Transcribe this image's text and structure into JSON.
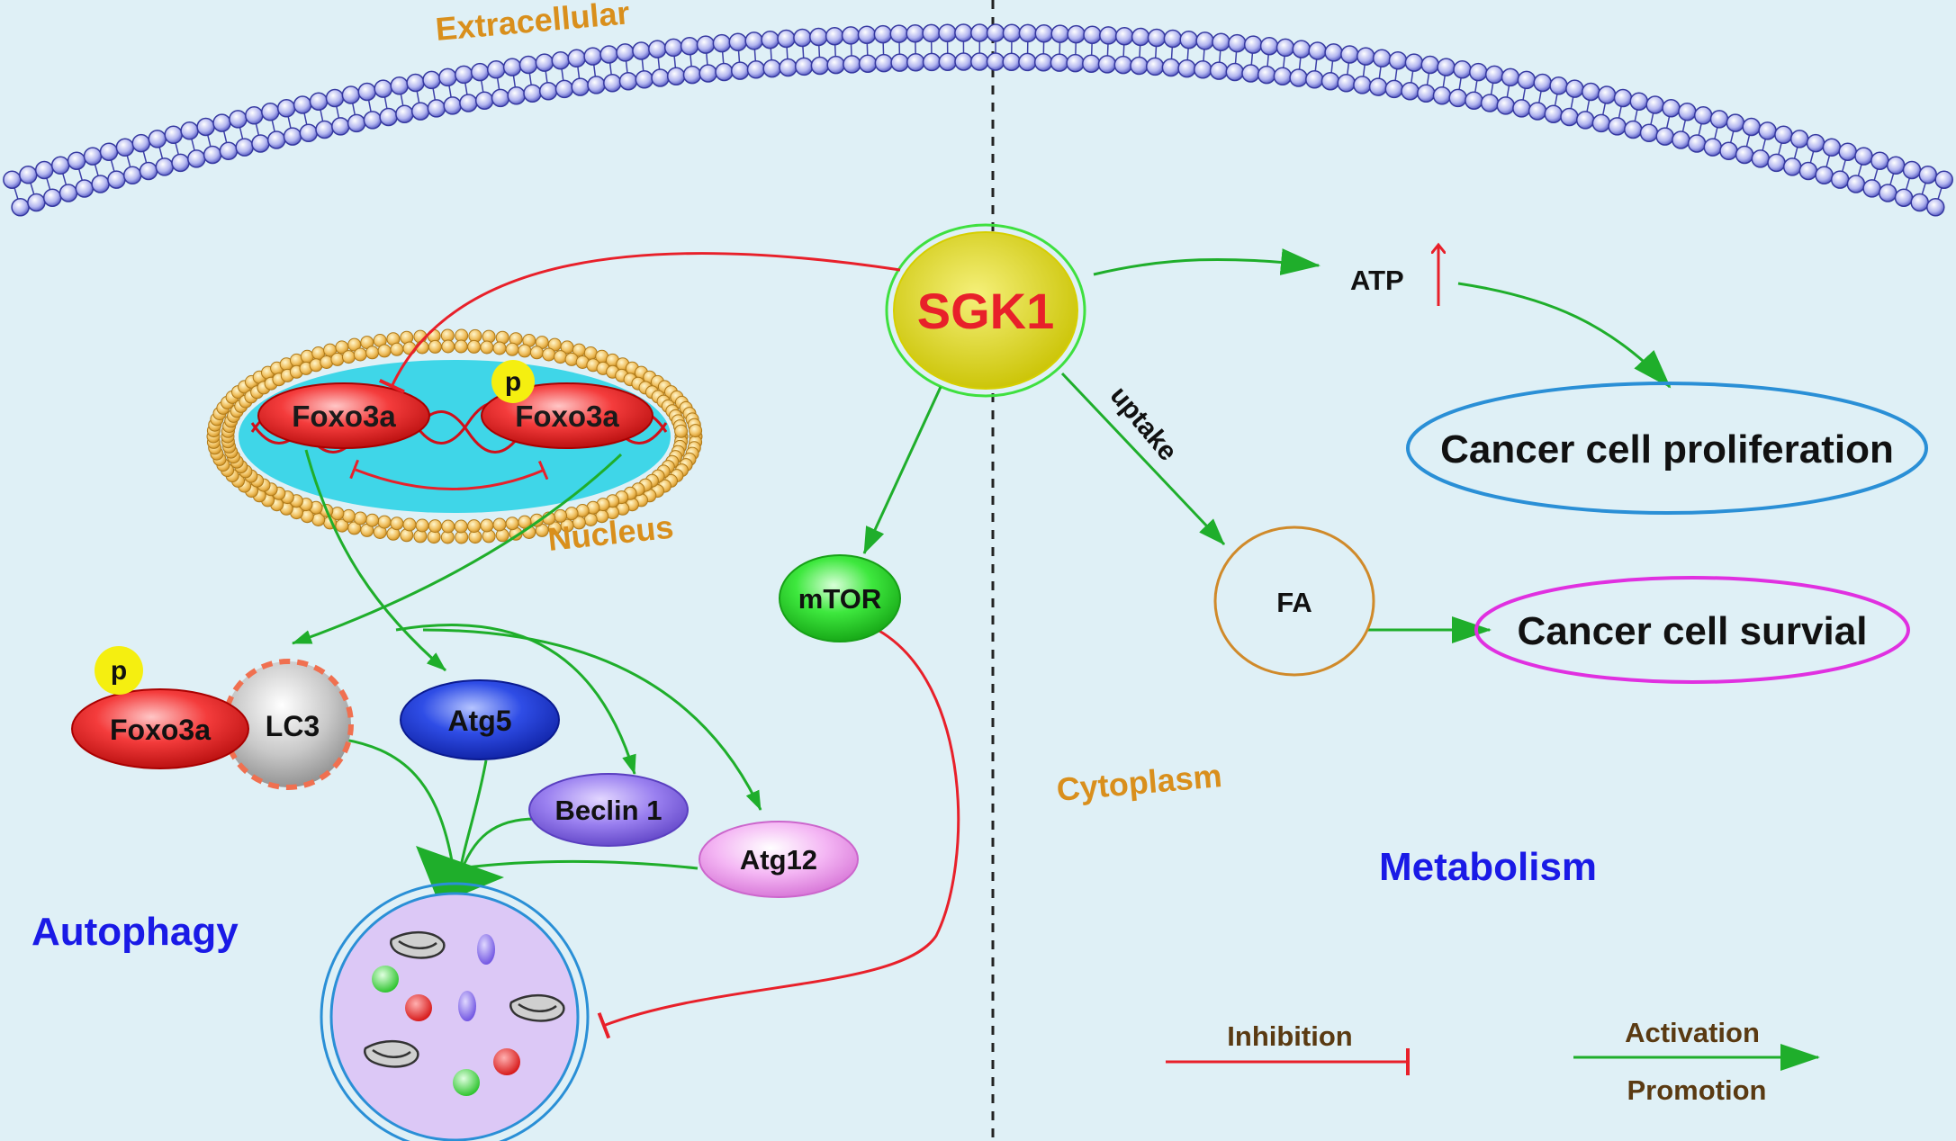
{
  "regions": {
    "extracellular": "Extracellular",
    "cytoplasm": "Cytoplasm",
    "nucleus": "Nucleus"
  },
  "sections": {
    "autophagy": "Autophagy",
    "metabolism": "Metabolism"
  },
  "nodes": {
    "sgk1": "SGK1",
    "foxo3a": "Foxo3a",
    "foxo3a_p": "Foxo3a",
    "foxo3a_cyto": "Foxo3a",
    "phospho": "p",
    "lc3": "LC3",
    "atg5": "Atg5",
    "beclin1": "Beclin 1",
    "atg12": "Atg12",
    "mtor": "mTOR",
    "atp": "ATP",
    "fa": "FA",
    "proliferation": "Cancer cell proliferation",
    "survival": "Cancer cell survial"
  },
  "edge_labels": {
    "uptake": "uptake"
  },
  "legend": {
    "inhibition": "Inhibition",
    "activation": "Activation",
    "promotion": "Promotion"
  },
  "colors": {
    "background": "#dff0f6",
    "inhibition": "#e8202a",
    "activation": "#1fae2b",
    "region_label": "#d98f1c",
    "section_label": "#1a1ae6",
    "legend_text": "#5a3a12"
  }
}
